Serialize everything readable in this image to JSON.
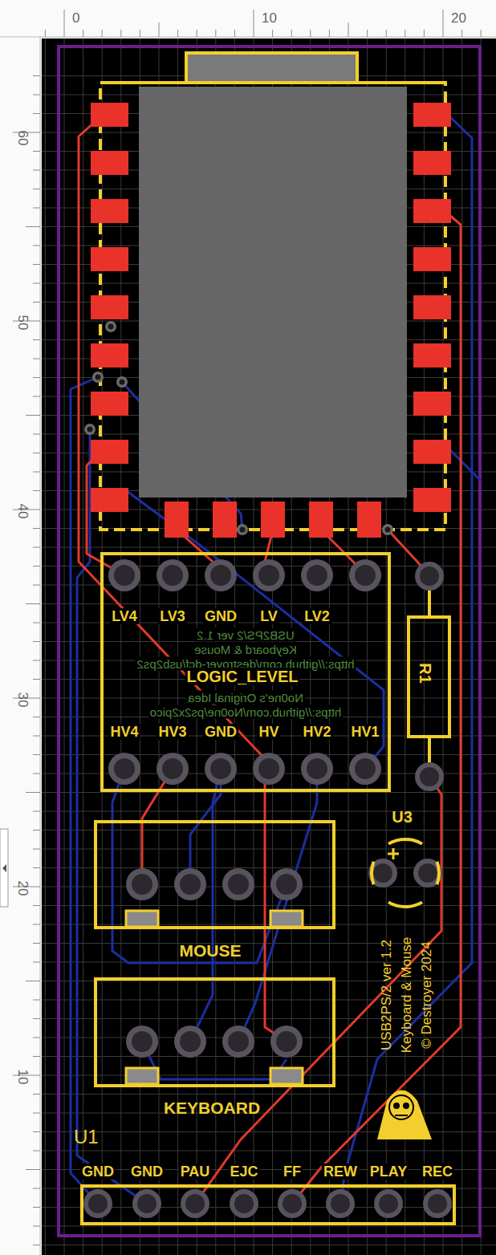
{
  "diagram": {
    "nodes": [
      {
        "text": [
          "LOGIC_LEVEL"
        ]
      },
      {
        "text": [
          "R1"
        ]
      },
      {
        "text": [
          "U3"
        ]
      },
      {
        "text": [
          "MOUSE"
        ]
      },
      {
        "text": [
          "KEYBOARD"
        ]
      },
      {
        "text": [
          "U1"
        ]
      }
    ],
    "labels": [
      "0",
      "10",
      "20",
      "60",
      "50",
      "40",
      "30",
      "20",
      "10",
      "LV4",
      "LV3",
      "GND",
      "LV",
      "LV2",
      "HV4",
      "HV3",
      "GND",
      "HV",
      "HV2",
      "HV1",
      "GND",
      "GND",
      "PAU",
      "EJC",
      "FF",
      "REW",
      "PLAY",
      "REC",
      "USB2PS/2 ver 1.2",
      "Keyboard & Mouse",
      "https://github.com/destroyer-dcf/usb2ps2",
      "No0ne's Original Idea",
      "https://github.com/No0ne/ps2x2pico",
      "USB2PS/2 ver 1.2",
      "Keyboard & Mouse",
      "© Destroyer 2024"
    ]
  }
}
